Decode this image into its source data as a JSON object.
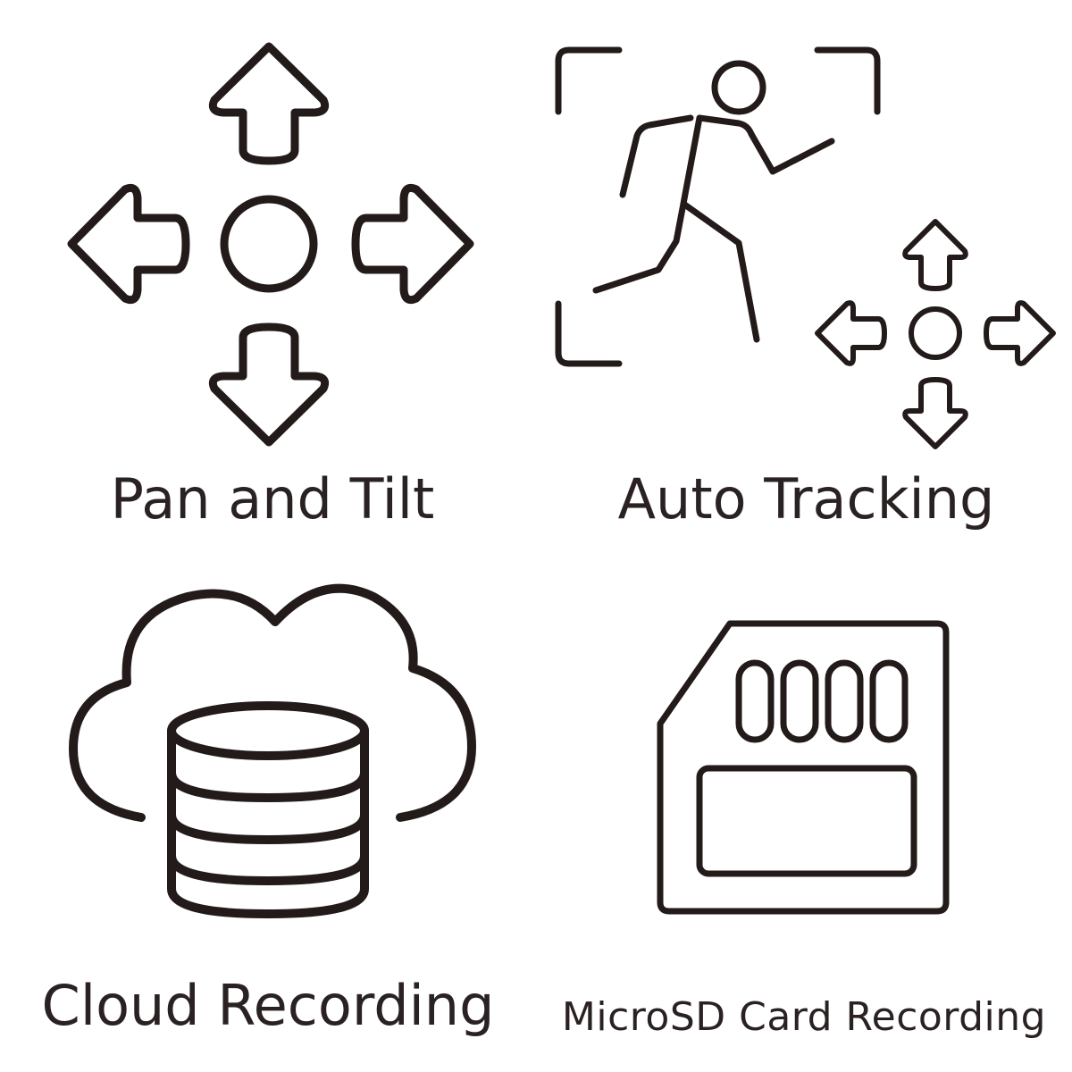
{
  "features": [
    {
      "id": "pan_tilt",
      "label": "Pan and Tilt",
      "icon": "pan-tilt-arrows-icon"
    },
    {
      "id": "auto_tracking",
      "label": "Auto Tracking",
      "icon": "running-person-tracking-icon"
    },
    {
      "id": "cloud_recording",
      "label": "Cloud Recording",
      "icon": "cloud-database-icon"
    },
    {
      "id": "microsd_recording",
      "label": "MicroSD Card Recording",
      "icon": "microsd-card-icon"
    }
  ],
  "colors": {
    "stroke": "#231a1a",
    "text": "#2a2222",
    "background": "#ffffff"
  }
}
